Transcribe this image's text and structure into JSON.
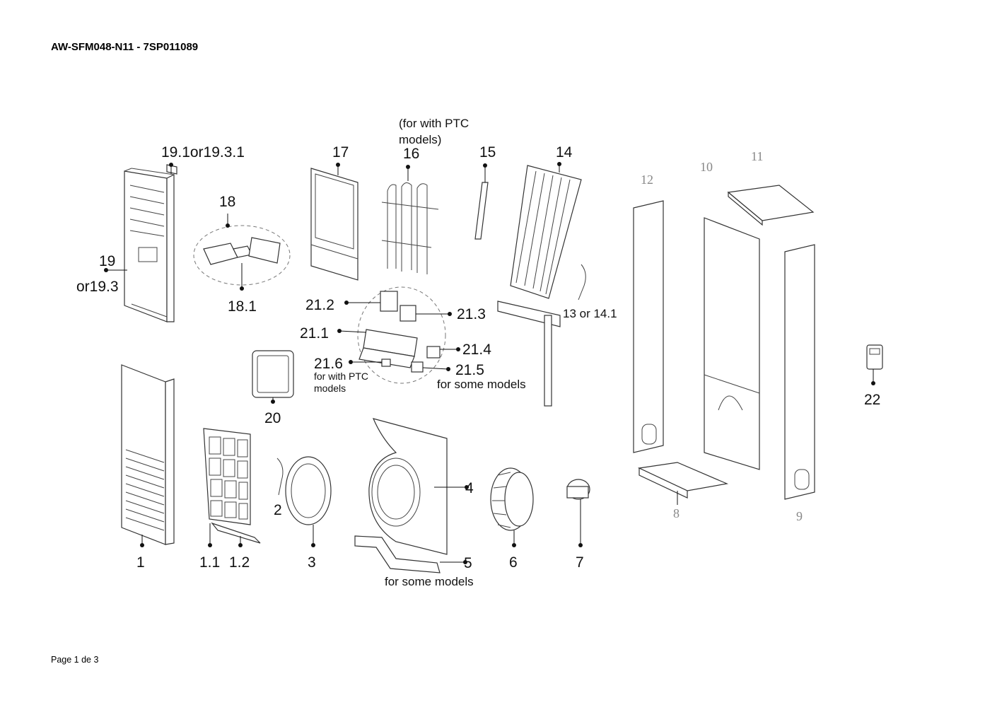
{
  "document": {
    "title": "AW-SFM048-N11 - 7SP011089",
    "footer": "Page 1 de 3"
  },
  "callouts": {
    "p19_1": "19.1or19.3.1",
    "p19a": "19",
    "p19b": "or19.3",
    "p18": "18",
    "p18_1": "18.1",
    "p17": "17",
    "p16_note1": "(for with PTC",
    "p16_note2": "models)",
    "p16": "16",
    "p15": "15",
    "p14": "14",
    "p13": "13 or 14.1",
    "p12": "12",
    "p10": "10",
    "p11": "11",
    "p21_2": "21.2",
    "p21_3": "21.3",
    "p21_1": "21.1",
    "p21_4": "21.4",
    "p21_6": "21.6",
    "p21_6_note1": "for with PTC",
    "p21_6_note2": "models",
    "p21_5": "21.5",
    "p21_5_note": "for some models",
    "p20": "20",
    "p22": "22",
    "p1": "1",
    "p1_1": "1.1",
    "p1_2": "1.2",
    "p2": "2",
    "p3": "3",
    "p4": "4",
    "p5": "5",
    "p5_note": "for some models",
    "p6": "6",
    "p7": "7",
    "p8": "8",
    "p9": "9"
  }
}
